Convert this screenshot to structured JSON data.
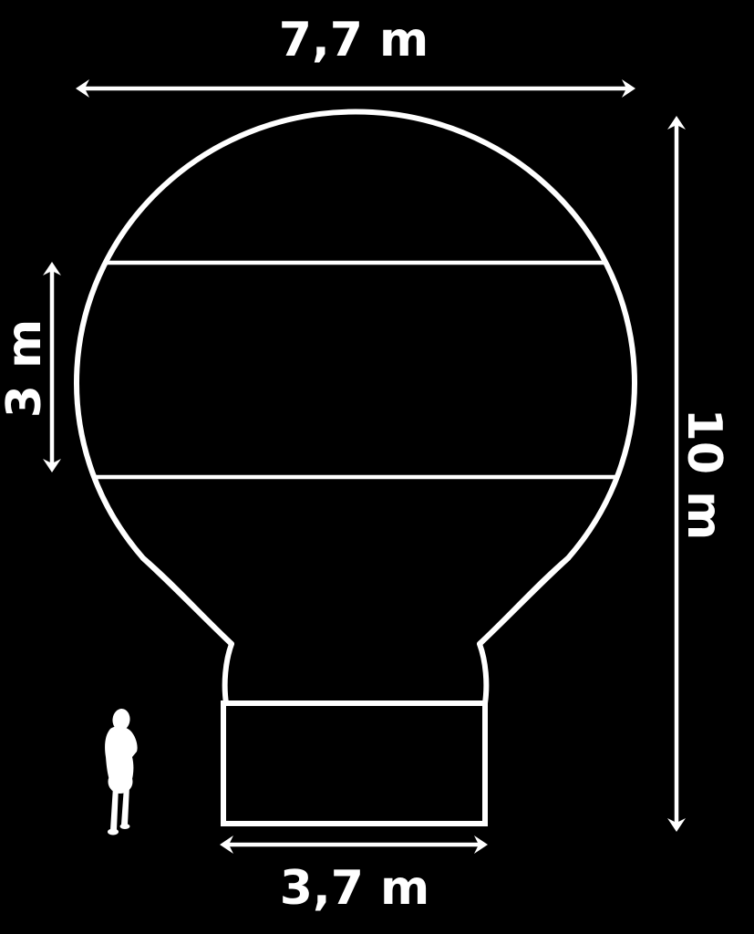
{
  "diagram": {
    "type": "dimension-drawing",
    "dimensions": {
      "total_width": "7,7 m",
      "total_height": "10 m",
      "band_height": "3 m",
      "basket_width": "3,7 m"
    },
    "icons": {
      "person": "person-silhouette"
    },
    "colors": {
      "background": "#000000",
      "line": "#ffffff",
      "text": "#ffffff"
    }
  }
}
